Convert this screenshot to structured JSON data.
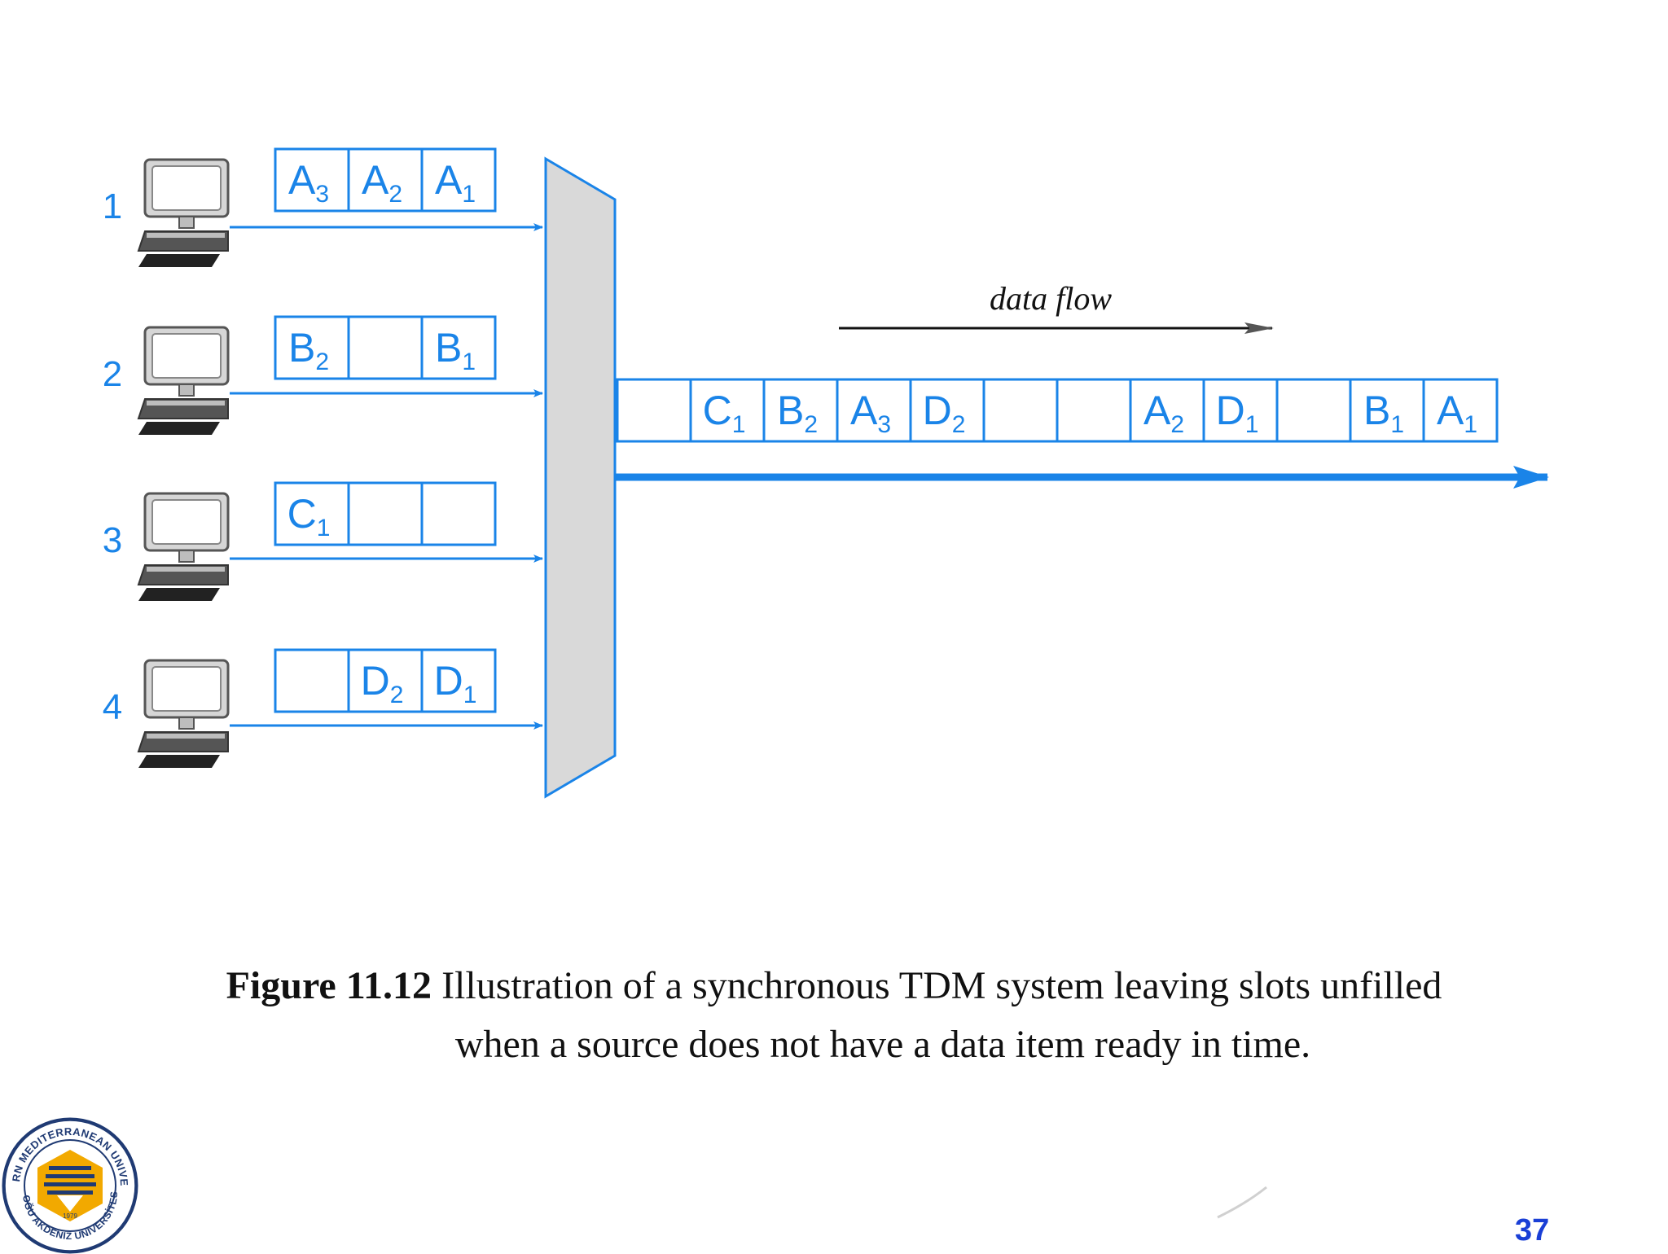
{
  "stations": [
    {
      "number": "1",
      "slots": [
        {
          "l": "A",
          "s": "3"
        },
        {
          "l": "A",
          "s": "2"
        },
        {
          "l": "A",
          "s": "1"
        }
      ]
    },
    {
      "number": "2",
      "slots": [
        {
          "l": "B",
          "s": "2"
        },
        {
          "l": "",
          "s": ""
        },
        {
          "l": "B",
          "s": "1"
        }
      ]
    },
    {
      "number": "3",
      "slots": [
        {
          "l": "C",
          "s": "1"
        },
        {
          "l": "",
          "s": ""
        },
        {
          "l": "",
          "s": ""
        }
      ]
    },
    {
      "number": "4",
      "slots": [
        {
          "l": "",
          "s": ""
        },
        {
          "l": "D",
          "s": "2"
        },
        {
          "l": "D",
          "s": "1"
        }
      ]
    }
  ],
  "output_slots": [
    {
      "l": "",
      "s": ""
    },
    {
      "l": "C",
      "s": "1"
    },
    {
      "l": "B",
      "s": "2"
    },
    {
      "l": "A",
      "s": "3"
    },
    {
      "l": "D",
      "s": "2"
    },
    {
      "l": "",
      "s": ""
    },
    {
      "l": "",
      "s": ""
    },
    {
      "l": "A",
      "s": "2"
    },
    {
      "l": "D",
      "s": "1"
    },
    {
      "l": "",
      "s": ""
    },
    {
      "l": "B",
      "s": "1"
    },
    {
      "l": "A",
      "s": "1"
    }
  ],
  "flow_label": "data flow",
  "caption": {
    "figure": "Figure 11.12",
    "line1": "Illustration of a synchronous TDM system leaving slots unfilled",
    "line2": "when a source does not have a data item ready in time."
  },
  "page_number": "37",
  "colors": {
    "accent": "#1a84e8",
    "mux_fill": "#d9d9d9",
    "logo_navy": "#1f3a73",
    "logo_gold": "#f2a900"
  },
  "logo": {
    "text_top": "EASTERN MEDITERRANEAN UNIVERSITY",
    "text_bottom": "DOĞU AKDENİZ ÜNİVERSİTESİ",
    "year": "1979"
  }
}
